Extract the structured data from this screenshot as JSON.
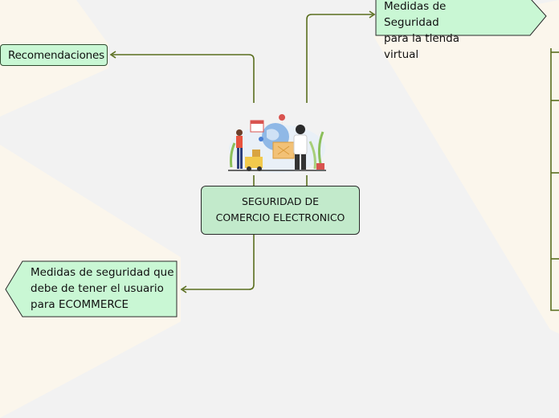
{
  "nodes": {
    "center": {
      "line1": "SEGURIDAD DE",
      "line2": "COMERCIO ELECTRONICO"
    },
    "recomendaciones": {
      "label": "Recomendaciones"
    },
    "tienda": {
      "line1": "Medidas de Seguridad",
      "line2": "para la tienda virtual"
    },
    "usuario": {
      "line1": "Medidas de seguridad que",
      "line2": "debe de tener el usuario",
      "line3": "para ECOMMERCE"
    }
  },
  "colors": {
    "background": "#f2f2f2",
    "region": "#fbf6ec",
    "node_fill": "#c9f7d4",
    "center_fill": "#c2eacb",
    "connector": "#5a6e1e",
    "border": "#2a2a2a"
  }
}
